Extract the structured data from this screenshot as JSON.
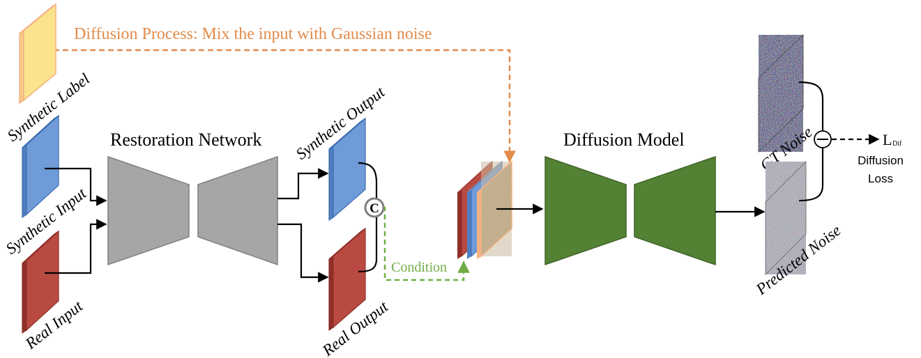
{
  "diagram": {
    "header_label": "Diffusion Process: Mix the input with Gaussian noise",
    "restoration_title": "Restoration Network",
    "diffusion_title": "Diffusion Model",
    "condition_label": "Condition",
    "concat_symbol": "C",
    "minus_symbol": "−",
    "loss_symbol": "L",
    "loss_subscript": "Dif",
    "loss_caption_1": "Diffusion",
    "loss_caption_2": "Loss",
    "labels": {
      "synthetic_label": "Synthetic Label",
      "synthetic_input": "Synthetic Input",
      "real_input": "Real Input",
      "synthetic_output": "Synthetic Output",
      "real_output": "Real Output",
      "gt_noise": "GT Noise",
      "predicted_noise": "Predicted Noise"
    },
    "colors": {
      "label_yellow": "#FBE38E",
      "label_orange_edge": "#F4B183",
      "input_blue": "#6F9BD8",
      "input_blue_edge": "#8FB4E3",
      "real_red": "#B94A42",
      "real_red_edge": "#D06B63",
      "network_gray": "#A6A6A6",
      "diffusion_green": "#548235",
      "diffusion_process_orange": "#E38B4A",
      "condition_green": "#70AD47"
    }
  }
}
